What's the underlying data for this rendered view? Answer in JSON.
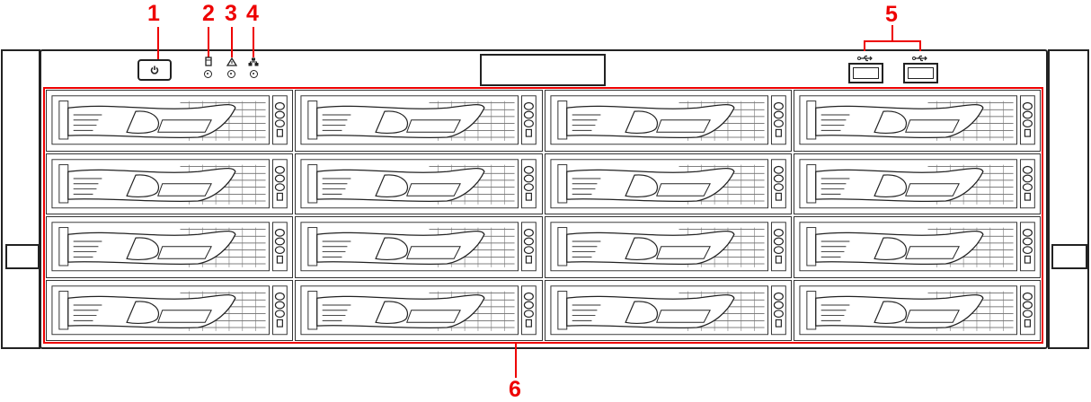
{
  "callouts": {
    "power_button": "1",
    "hdd_indicator": "2",
    "alarm_indicator": "3",
    "network_indicator": "4",
    "usb_ports": "5",
    "hdd_bays": "6"
  },
  "icons": {
    "power": "power-icon",
    "hdd": "hdd-icon",
    "alarm": "alarm-icon",
    "network": "network-icon",
    "usb": "usb-icon"
  },
  "colors": {
    "callout": "#e00000",
    "line": "#222222"
  },
  "bays": {
    "rows": 4,
    "columns": 4
  }
}
